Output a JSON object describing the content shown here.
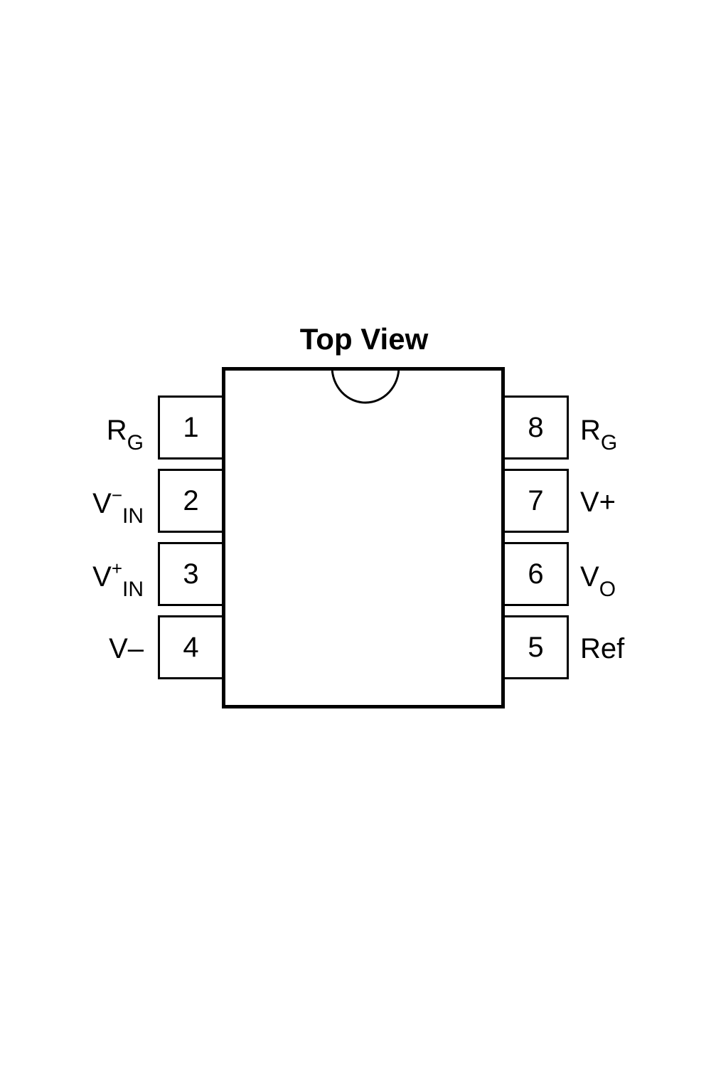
{
  "title": "Top View",
  "pins": [
    {
      "number": "1",
      "label_main": "R",
      "label_sup": "",
      "label_sub": "G"
    },
    {
      "number": "2",
      "label_main": "V",
      "label_sup": "−",
      "label_sub": "IN"
    },
    {
      "number": "3",
      "label_main": "V",
      "label_sup": "+",
      "label_sub": "IN"
    },
    {
      "number": "4",
      "label_main": "V–",
      "label_sup": "",
      "label_sub": ""
    },
    {
      "number": "5",
      "label_main": "Ref",
      "label_sup": "",
      "label_sub": ""
    },
    {
      "number": "6",
      "label_main": "V",
      "label_sup": "",
      "label_sub": "O"
    },
    {
      "number": "7",
      "label_main": "V+",
      "label_sup": "",
      "label_sub": ""
    },
    {
      "number": "8",
      "label_main": "R",
      "label_sup": "",
      "label_sub": "G"
    }
  ]
}
